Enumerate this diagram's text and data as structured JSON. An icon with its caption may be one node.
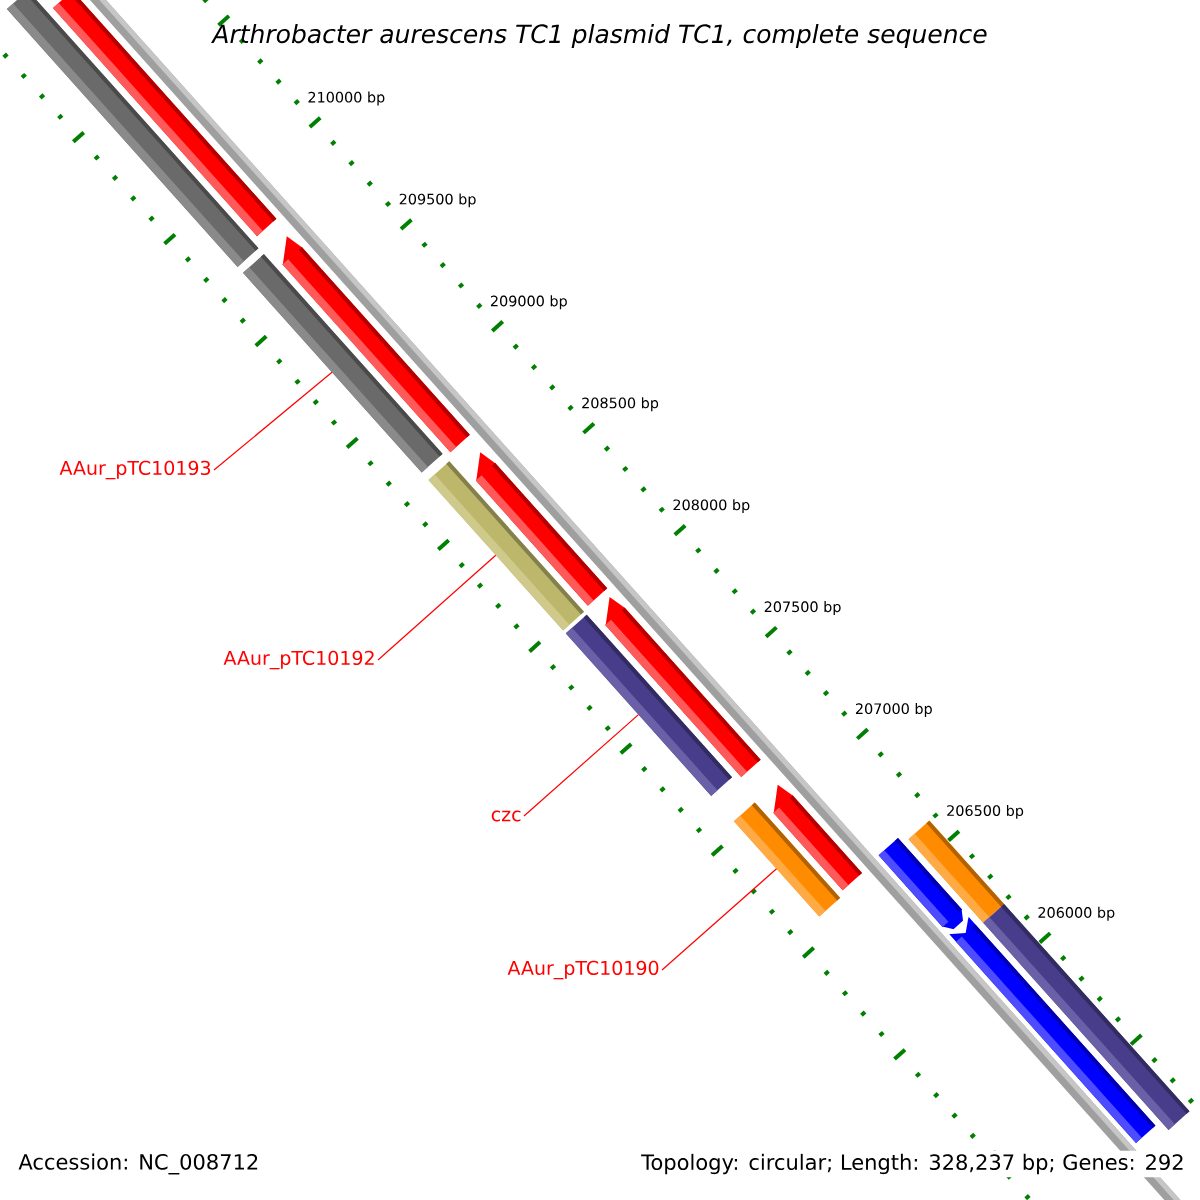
{
  "diagram": {
    "title": "Arthrobacter aurescens TC1 plasmid TC1, complete sequence",
    "nodes": [
      {
        "text": [
          "AAur_pTC10193"
        ]
      },
      {
        "text": [
          "AAur_pTC10192"
        ]
      },
      {
        "text": [
          "czc"
        ]
      },
      {
        "text": [
          "AAur_pTC10190"
        ]
      },
      {
        "text": [],
        "shape": "bar"
      },
      {
        "text": [],
        "shape": "arrow"
      },
      {
        "text": [],
        "shape": "arrow"
      },
      {
        "text": [],
        "shape": "arrow"
      },
      {
        "text": [],
        "shape": "arrow"
      },
      {
        "text": [],
        "shape": "bar"
      },
      {
        "text": [],
        "shape": "bar"
      },
      {
        "text": [],
        "shape": "bar"
      },
      {
        "text": [],
        "shape": "bar"
      },
      {
        "text": [],
        "shape": "bar"
      },
      {
        "text": [],
        "shape": "arrow"
      },
      {
        "text": [],
        "shape": "bar"
      },
      {
        "text": [],
        "shape": "bar"
      },
      {
        "text": [],
        "shape": "bar"
      }
    ],
    "edges": [
      {
        "from": 0,
        "to": 10,
        "arrow": "none"
      },
      {
        "from": 1,
        "to": 11,
        "arrow": "none"
      },
      {
        "from": 2,
        "to": 12,
        "arrow": "none"
      },
      {
        "from": 3,
        "to": 13,
        "arrow": "none"
      }
    ],
    "labels": [
      "210000 bp",
      "209500 bp",
      "209000 bp",
      "208500 bp",
      "208000 bp",
      "207500 bp",
      "207000 bp",
      "206500 bp",
      "206000 bp",
      "Accession: NC_008712",
      "Topology: circular; Length: 328,237 bp; Genes: 292"
    ]
  }
}
